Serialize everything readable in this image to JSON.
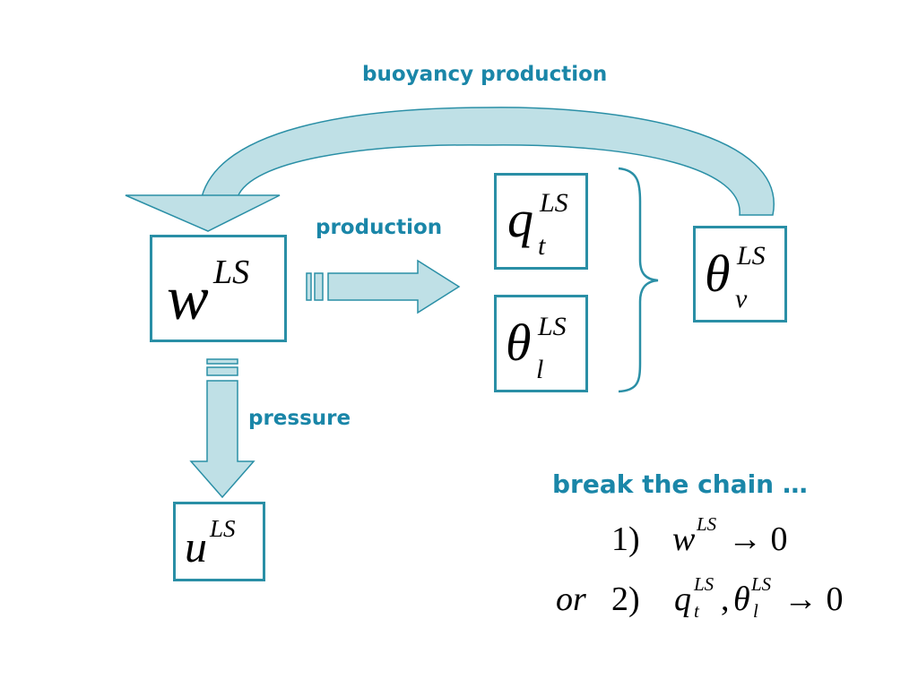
{
  "labels": {
    "buoyancy": "buoyancy production",
    "production": "production",
    "pressure": "pressure",
    "break_chain": "break the chain …"
  },
  "boxes": {
    "w": {
      "base": "w",
      "sup": "LS"
    },
    "u": {
      "base": "u",
      "sup": "LS"
    },
    "qt": {
      "base": "q",
      "sub": "t",
      "sup": "LS"
    },
    "theta_l": {
      "base": "θ",
      "sub": "l",
      "sup": "LS"
    },
    "theta_v": {
      "base": "θ",
      "sub": "v",
      "sup": "LS"
    }
  },
  "equations": {
    "eq1": {
      "num": "1)",
      "base": "w",
      "sup": "LS",
      "rel": "→ 0"
    },
    "eq2": {
      "prefix": "or",
      "num": "2)",
      "q": "q",
      "q_sub": "t",
      "q_sup": "LS",
      "comma": ",",
      "theta": "θ",
      "theta_sub": "l",
      "theta_sup": "LS",
      "rel": "→ 0"
    }
  },
  "colors": {
    "accent": "#1a86a8",
    "arrow_fill": "#bfe0e6",
    "arrow_stroke": "#2a8fa6",
    "box_border": "#2a8fa6"
  }
}
